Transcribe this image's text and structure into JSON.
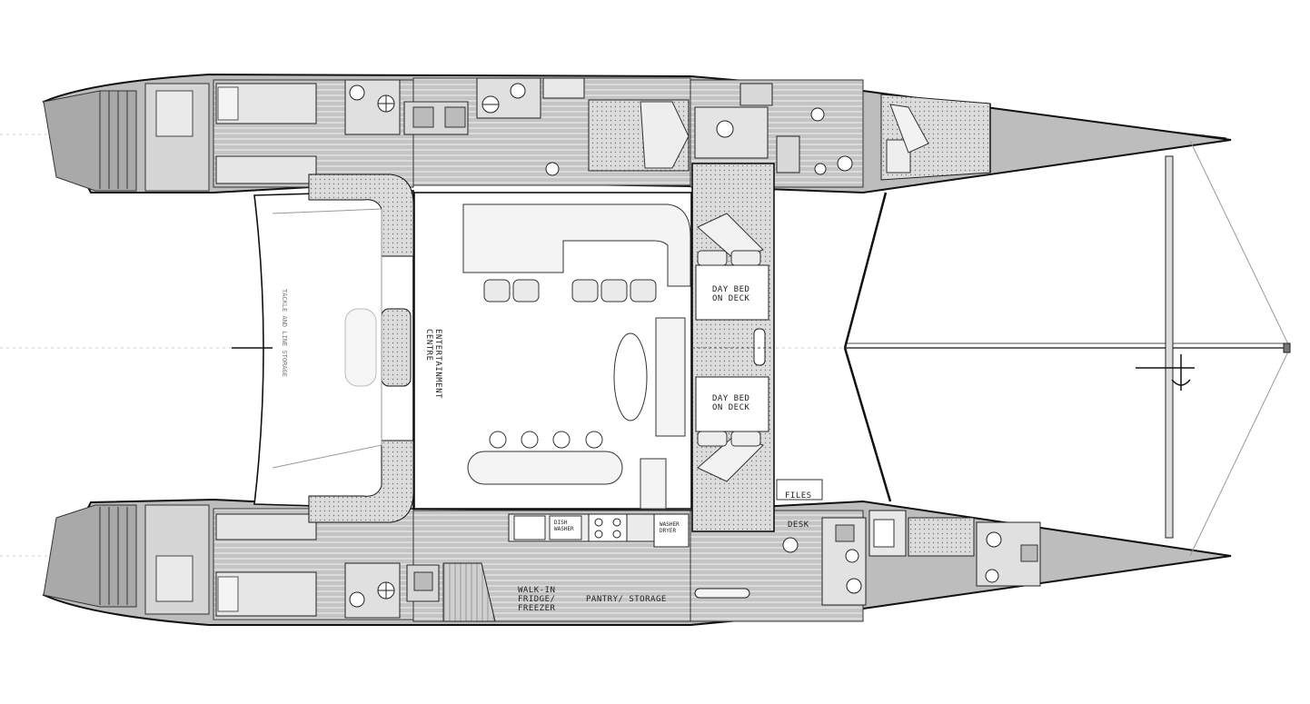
{
  "labels": {
    "day_bed_top": "DAY BED\nON DECK",
    "day_bed_bottom": "DAY BED\nON DECK",
    "entertainment": "ENTERTAINMENT\nCENTRE",
    "files": "FILES",
    "desk": "DESK",
    "walk_in": "WALK-IN\nFRIDGE/\nFREEZER",
    "pantry": "PANTRY/ STORAGE",
    "washer": "WASHER\nDRYER",
    "dish": "DISH\nWASHER",
    "tackle": "TACKLE AND LINE STORAGE"
  },
  "colors": {
    "hull_fill": "#9a9a9a",
    "floor_fill": "#c8c8c8",
    "line": "#111111",
    "white": "#ffffff"
  }
}
